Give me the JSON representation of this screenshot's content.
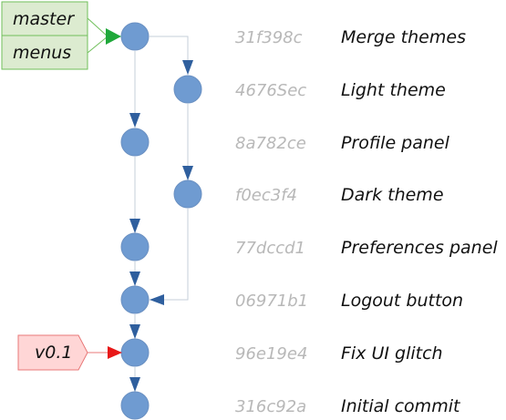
{
  "colors": {
    "node": "#6f9bd1",
    "edge": "#c6cfd9",
    "arrow": "#2f5f9e",
    "branch_fill": "#dcebd0",
    "branch_border": "#6fbf5a",
    "branch_arrow": "#1fa83a",
    "tag_fill": "#ffd6d6",
    "tag_border": "#e87878",
    "tag_arrow": "#e81818",
    "hash_text": "#b8b8b8",
    "message_text": "#111111"
  },
  "branches": [
    {
      "label": "master"
    },
    {
      "label": "menus"
    }
  ],
  "tag": {
    "label": "v0.1"
  },
  "commits": [
    {
      "hash": "31f398c",
      "message": "Merge themes"
    },
    {
      "hash": "4676Sec",
      "message": "Light theme"
    },
    {
      "hash": "8a782ce",
      "message": "Profile panel"
    },
    {
      "hash": "f0ec3f4",
      "message": "Dark theme"
    },
    {
      "hash": "77dccd1",
      "message": "Preferences panel"
    },
    {
      "hash": "06971b1",
      "message": "Logout button"
    },
    {
      "hash": "96e19e4",
      "message": "Fix UI glitch"
    },
    {
      "hash": "316c92a",
      "message": "Initial commit"
    }
  ]
}
